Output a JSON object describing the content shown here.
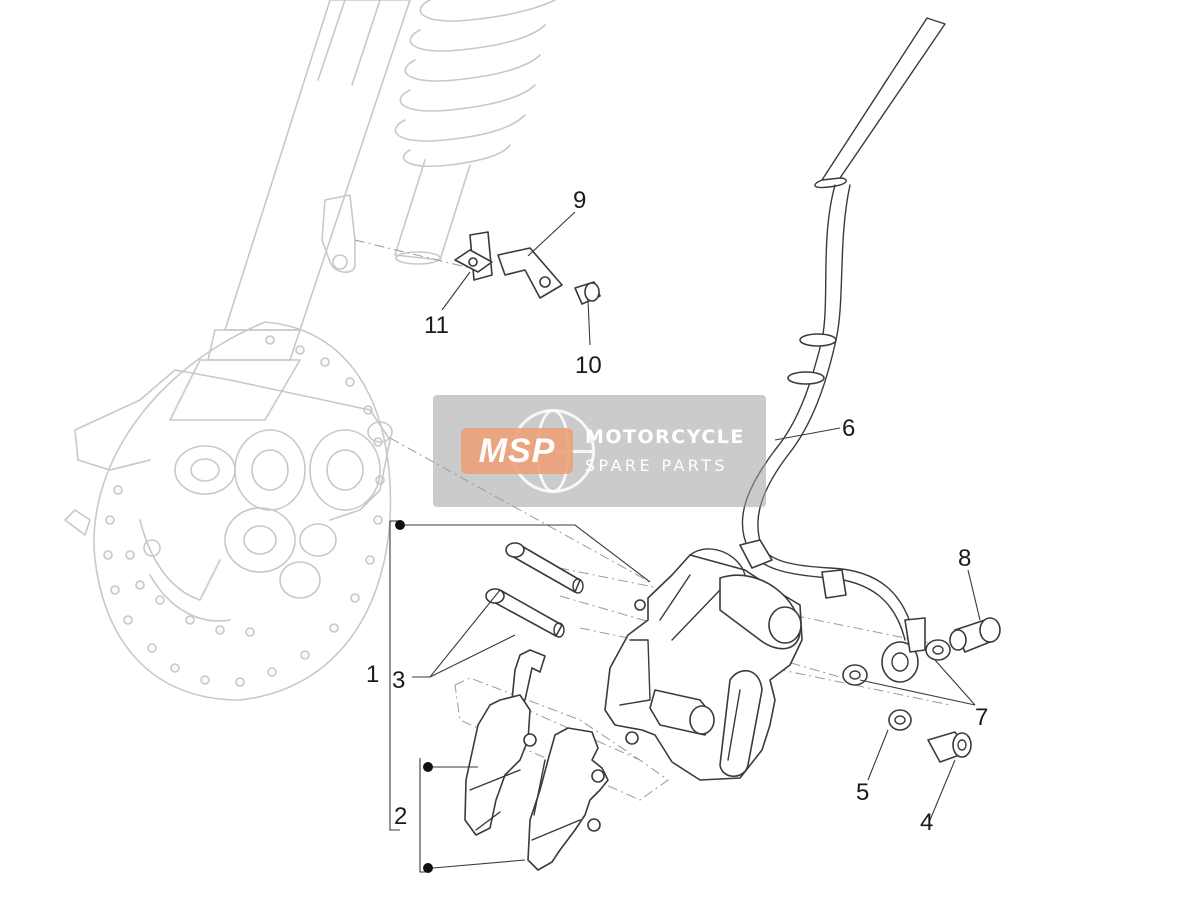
{
  "watermark": {
    "logo_text": "MSP",
    "title": "MOTORCYCLE",
    "subtitle": "SPARE PARTS"
  },
  "callouts": [
    {
      "id": "1",
      "label": "1"
    },
    {
      "id": "2",
      "label": "2"
    },
    {
      "id": "3",
      "label": "3"
    },
    {
      "id": "4",
      "label": "4"
    },
    {
      "id": "5",
      "label": "5"
    },
    {
      "id": "6",
      "label": "6"
    },
    {
      "id": "7",
      "label": "7"
    },
    {
      "id": "8",
      "label": "8"
    },
    {
      "id": "9",
      "label": "9"
    },
    {
      "id": "10",
      "label": "10"
    },
    {
      "id": "11",
      "label": "11"
    }
  ],
  "colors": {
    "ghost": "#c8c8c8",
    "part": "#3a3a3a",
    "watermark_bg": "#a0a0a0",
    "watermark_logo": "#eca078"
  }
}
